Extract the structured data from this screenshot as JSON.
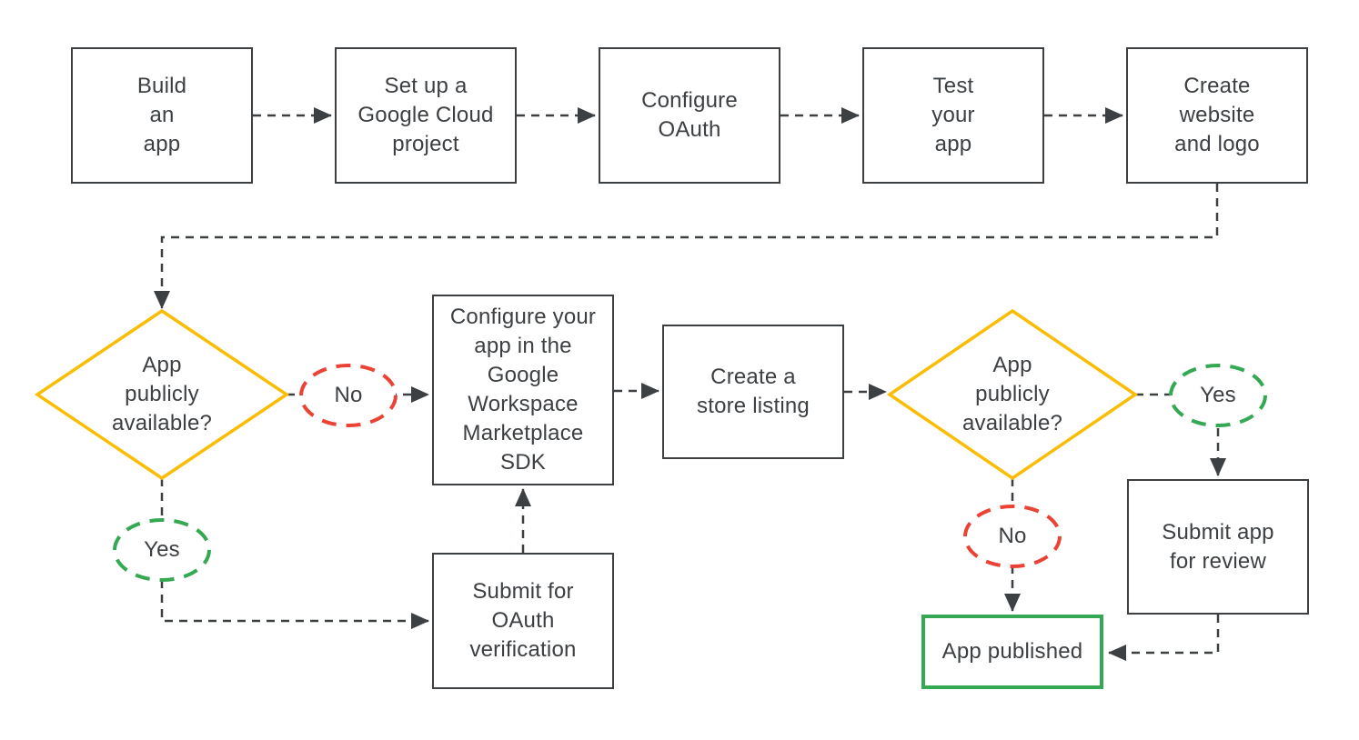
{
  "diagram": {
    "description": "Flowchart for publishing an app to the Google Workspace Marketplace",
    "colors": {
      "line": "#3c4043",
      "text": "#3c4043",
      "process_border": "#3c4043",
      "decision_border": "#fbbc04",
      "no_border": "#ea4335",
      "yes_border": "#34a853",
      "published_border": "#34a853",
      "background": "#ffffff"
    },
    "nodes": {
      "build_app": {
        "type": "process",
        "label": "Build\nan\napp"
      },
      "gcp_project": {
        "type": "process",
        "label": "Set up a\nGoogle Cloud\nproject"
      },
      "configure_oauth": {
        "type": "process",
        "label": "Configure\nOAuth"
      },
      "test_app": {
        "type": "process",
        "label": "Test\nyour\napp"
      },
      "website_logo": {
        "type": "process",
        "label": "Create\nwebsite\nand logo"
      },
      "decision_public_1": {
        "type": "decision",
        "label": "App\npublicly\navailable?"
      },
      "no_1": {
        "type": "connector-label",
        "label": "No"
      },
      "yes_1": {
        "type": "connector-label",
        "label": "Yes"
      },
      "sdk_config": {
        "type": "process",
        "label": "Configure your\napp in the\nGoogle\nWorkspace\nMarketplace\nSDK"
      },
      "submit_oauth": {
        "type": "process",
        "label": "Submit for\nOAuth\nverification"
      },
      "store_listing": {
        "type": "process",
        "label": "Create a\nstore listing"
      },
      "decision_public_2": {
        "type": "decision",
        "label": "App\npublicly\navailable?"
      },
      "yes_2": {
        "type": "connector-label",
        "label": "Yes"
      },
      "no_2": {
        "type": "connector-label",
        "label": "No"
      },
      "submit_review": {
        "type": "process",
        "label": "Submit app\nfor review"
      },
      "app_published": {
        "type": "terminal",
        "label": "App published"
      }
    }
  }
}
